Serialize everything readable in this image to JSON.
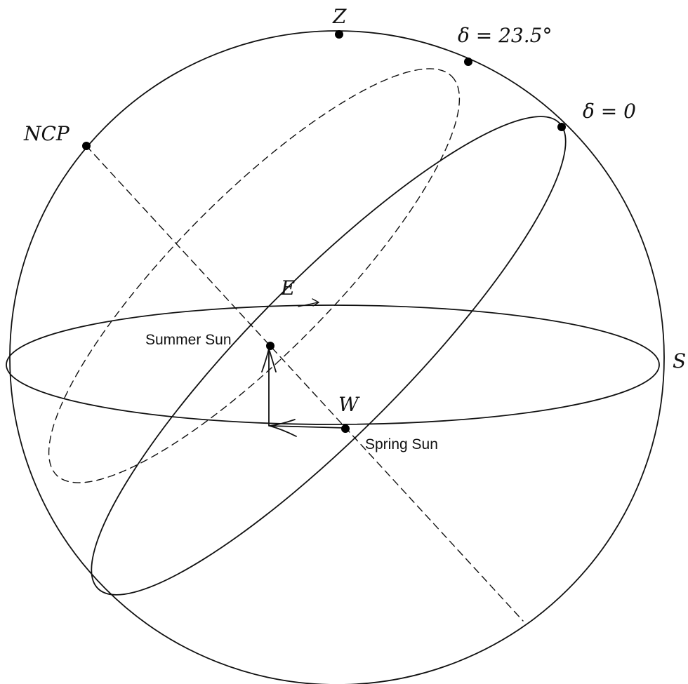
{
  "labels": {
    "zenith": "Z",
    "ncp": "NCP",
    "south": "S",
    "east": "E",
    "west": "W",
    "declination_summer": "δ = 23.5°",
    "declination_equator": "δ = 0",
    "summer_sun": "Summer Sun",
    "spring_sun": "Spring Sun"
  }
}
